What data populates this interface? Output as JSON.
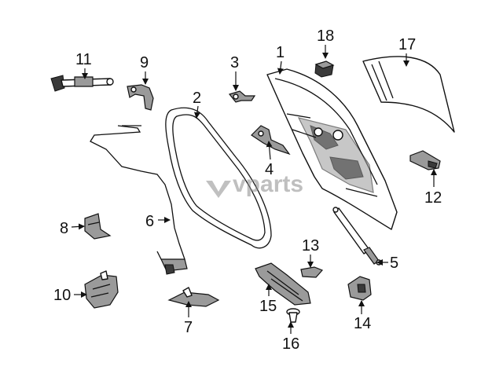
{
  "watermark": {
    "text": "vparts"
  },
  "callouts": {
    "c1": "1",
    "c2": "2",
    "c3": "3",
    "c4": "4",
    "c5": "5",
    "c6": "6",
    "c7": "7",
    "c8": "8",
    "c9": "9",
    "c10": "10",
    "c11": "11",
    "c12": "12",
    "c13": "13",
    "c14": "14",
    "c15": "15",
    "c16": "16",
    "c17": "17",
    "c18": "18"
  }
}
